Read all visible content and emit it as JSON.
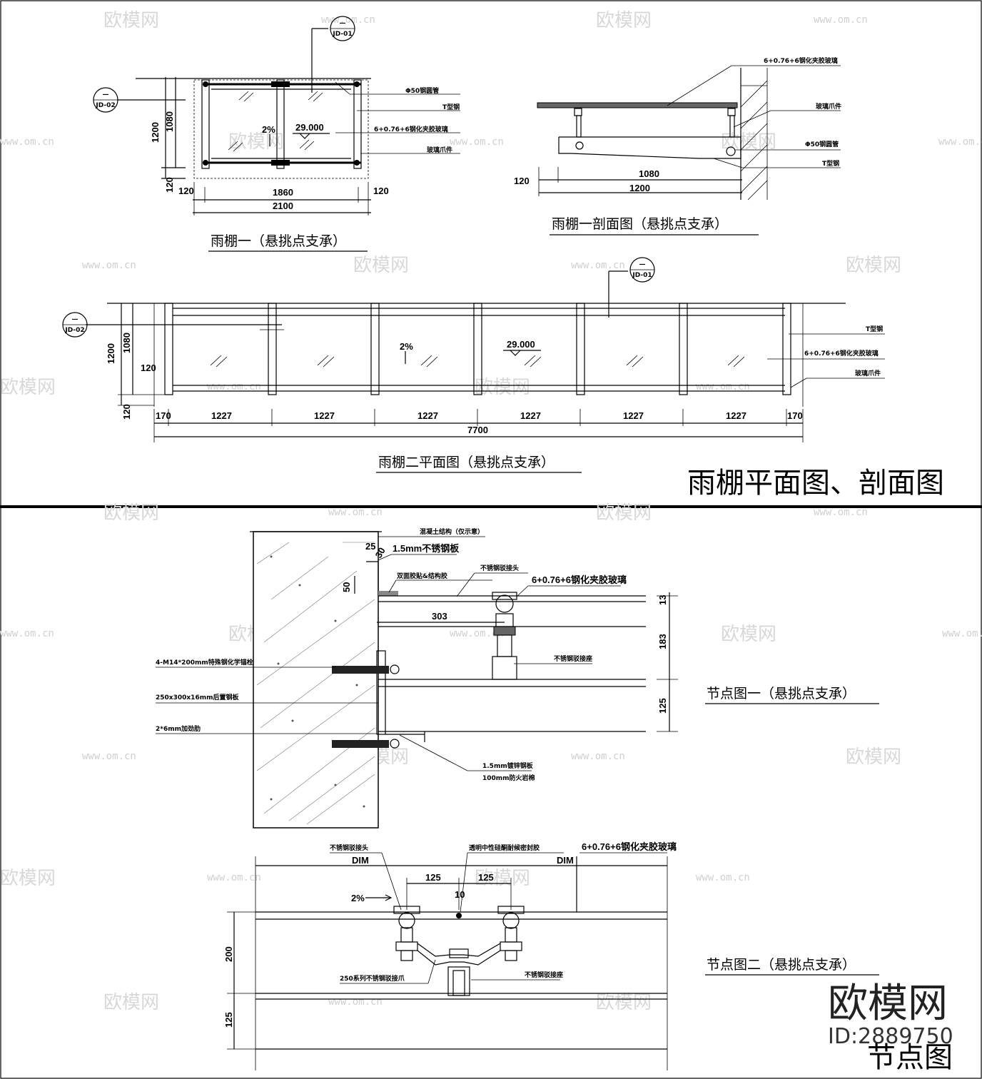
{
  "sheet_top": {
    "title": "雨棚平面图、剖面图",
    "plan1": {
      "caption": "雨棚一（悬挑点支承）",
      "dims": {
        "width_total": "2100",
        "width_inner": "1860",
        "edge_left": "120",
        "edge_right": "120",
        "height_total": "1200",
        "height_inner": "1080",
        "edge_bottom": "120"
      },
      "slope": "2%",
      "level": "29.000",
      "notes": [
        "Φ50钢圆管",
        "T型钢",
        "6+0.76+6钢化夹胶玻璃",
        "玻璃爪件"
      ]
    },
    "section1": {
      "caption": "雨棚一剖面图（悬挑点支承）",
      "dims": {
        "inner": "1080",
        "total": "1200",
        "edge": "120"
      },
      "notes": [
        "6+0.76+6钢化夹胶玻璃",
        "玻璃爪件",
        "Φ50钢圆管",
        "T型钢"
      ]
    },
    "plan2": {
      "caption": "雨棚二平面图（悬挑点支承）",
      "dims": {
        "end_left": "170",
        "end_right": "170",
        "bays": [
          "1227",
          "1227",
          "1227",
          "1227",
          "1227",
          "1227"
        ],
        "total": "7700",
        "height_total": "1200",
        "height_inner": "1080",
        "edge_side": "120",
        "edge_bottom": "120"
      },
      "slope": "2%",
      "level": "29.000",
      "notes": [
        "T型钢",
        "6+0.76+6钢化夹胶玻璃",
        "玻璃爪件"
      ]
    }
  },
  "sheet_bottom": {
    "title": "节点图",
    "node1": {
      "caption": "节点图一（悬挑点支承）",
      "notes": {
        "concrete": "混凝土结构（仅示意）",
        "plate": "1.5mm不锈钢板",
        "sealant": "双面胶贴&结构胶",
        "connector": "不锈钢驳接头",
        "glass": "6+0.76+6钢化夹胶玻璃",
        "base": "不锈钢驳接座",
        "bolt": "4-M14*200mm特殊钢化学锚栓",
        "embed": "250x300x16mm后置钢板",
        "stiff": "2*6mm加劲肋",
        "flash1": "1.5mm镀锌钢板",
        "flash2": "100mm防火岩棉"
      },
      "dims": {
        "d25": "25",
        "d30": "30",
        "d50": "50",
        "d303": "303",
        "d183": "183",
        "d125": "125",
        "d13": "13"
      }
    },
    "node2": {
      "caption": "节点图二（悬挑点支承）",
      "notes": {
        "connector": "不锈钢驳接头",
        "seal": "透明中性硅酮耐候密封胶",
        "glass": "6+0.76+6钢化夹胶玻璃",
        "claw": "250系列不锈钢驳接爪",
        "base": "不锈钢驳接座"
      },
      "dims": {
        "dim_l": "DIM",
        "dim_r": "DIM",
        "a": "125",
        "b": "125",
        "gap": "10",
        "h200": "200",
        "h125": "125"
      },
      "slope": "2%"
    }
  },
  "branding": {
    "logo": "欧模网",
    "id": "ID:2889750",
    "watermark_text": "欧模网",
    "watermark_url": "www.om.cn"
  },
  "symbols": {
    "ref_top": "—",
    "ref_bottom": "JD-01",
    "ref_bottom2": "JD-02"
  }
}
